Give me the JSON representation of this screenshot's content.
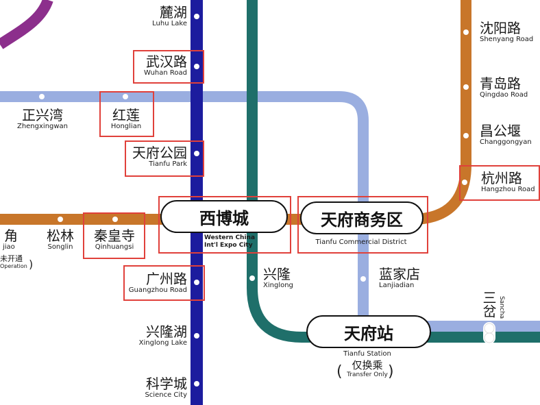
{
  "colors": {
    "line_blue": "#1c1c9e",
    "line_teal": "#1f6f6a",
    "line_lightblue": "#9aaee0",
    "line_orange": "#c8762a",
    "line_purple": "#8c2f8c",
    "highlight_box": "#e0403a"
  },
  "stations": {
    "luhu": {
      "zh": "麓湖",
      "en": "Luhu Lake"
    },
    "wuhan": {
      "zh": "武汉路",
      "en": "Wuhan Road"
    },
    "zhengxingwan": {
      "zh": "正兴湾",
      "en": "Zhengxingwan"
    },
    "honglian": {
      "zh": "红莲",
      "en": "Honglian"
    },
    "tianfu_park": {
      "zh": "天府公园",
      "en": "Tianfu Park"
    },
    "xibocheng": {
      "zh": "西博城",
      "en1": "Western China",
      "en2": "Int'l Expo City"
    },
    "tianfu_cbd": {
      "zh": "天府商务区",
      "en": "Tianfu Commercial District"
    },
    "left_partial": {
      "zh": "角",
      "en": "jiao",
      "note": "未开通",
      "note_en": "Operation"
    },
    "songlin": {
      "zh": "松林",
      "en": "Songlin"
    },
    "qinhuangsi": {
      "zh": "秦皇寺",
      "en": "Qinhuangsi"
    },
    "guangzhou": {
      "zh": "广州路",
      "en": "Guangzhou Road"
    },
    "xinglong_lake": {
      "zh": "兴隆湖",
      "en": "Xinglong Lake"
    },
    "science_city": {
      "zh": "科学城",
      "en": "Science City"
    },
    "xinglong": {
      "zh": "兴隆",
      "en": "Xinglong"
    },
    "lanjiadian": {
      "zh": "蓝家店",
      "en": "Lanjiadian"
    },
    "tianfu_station": {
      "zh": "天府站",
      "en": "Tianfu Station",
      "note": "仅换乘",
      "note_en": "Transfer Only"
    },
    "shenyang": {
      "zh": "沈阳路",
      "en": "Shenyang Road"
    },
    "qingdao": {
      "zh": "青岛路",
      "en": "Qingdao Road"
    },
    "changgongyan": {
      "zh": "昌公堰",
      "en": "Changgongyan"
    },
    "hangzhou": {
      "zh": "杭州路",
      "en": "Hangzhou Road"
    },
    "sancha": {
      "zh": "三岔",
      "en": "Sancha"
    }
  }
}
